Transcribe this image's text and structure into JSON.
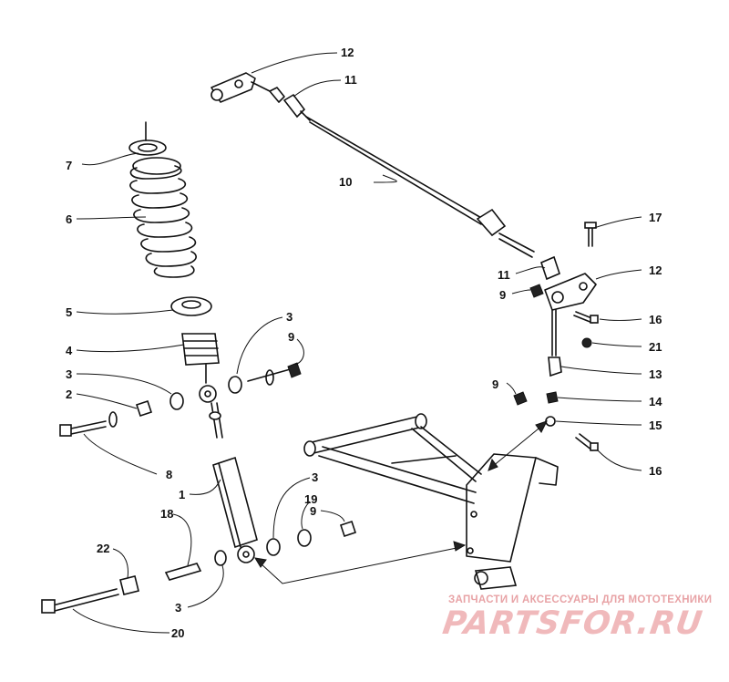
{
  "watermark": {
    "tagline": "ЗАПЧАСТИ И АКСЕССУАРЫ ДЛЯ МОТОТЕХНИКИ",
    "logo": "PARTSFOR.RU",
    "color": "#e8a3a6"
  },
  "callouts": [
    {
      "id": "c12a",
      "label": "12"
    },
    {
      "id": "c11a",
      "label": "11"
    },
    {
      "id": "c10",
      "label": "10"
    },
    {
      "id": "c7",
      "label": "7"
    },
    {
      "id": "c6",
      "label": "6"
    },
    {
      "id": "c17",
      "label": "17"
    },
    {
      "id": "c12b",
      "label": "12"
    },
    {
      "id": "c11b",
      "label": "11"
    },
    {
      "id": "c9a",
      "label": "9"
    },
    {
      "id": "c5",
      "label": "5"
    },
    {
      "id": "c16a",
      "label": "16"
    },
    {
      "id": "c3a",
      "label": "3"
    },
    {
      "id": "c9b",
      "label": "9"
    },
    {
      "id": "c21",
      "label": "21"
    },
    {
      "id": "c4",
      "label": "4"
    },
    {
      "id": "c13",
      "label": "13"
    },
    {
      "id": "c3b",
      "label": "3"
    },
    {
      "id": "c9c",
      "label": "9"
    },
    {
      "id": "c2",
      "label": "2"
    },
    {
      "id": "c14",
      "label": "14"
    },
    {
      "id": "c15",
      "label": "15"
    },
    {
      "id": "c8",
      "label": "8"
    },
    {
      "id": "c16b",
      "label": "16"
    },
    {
      "id": "c1",
      "label": "1"
    },
    {
      "id": "c3c",
      "label": "3"
    },
    {
      "id": "c19",
      "label": "19"
    },
    {
      "id": "c18",
      "label": "18"
    },
    {
      "id": "c9d",
      "label": "9"
    },
    {
      "id": "c22",
      "label": "22"
    },
    {
      "id": "c3d",
      "label": "3"
    },
    {
      "id": "c20",
      "label": "20"
    }
  ]
}
